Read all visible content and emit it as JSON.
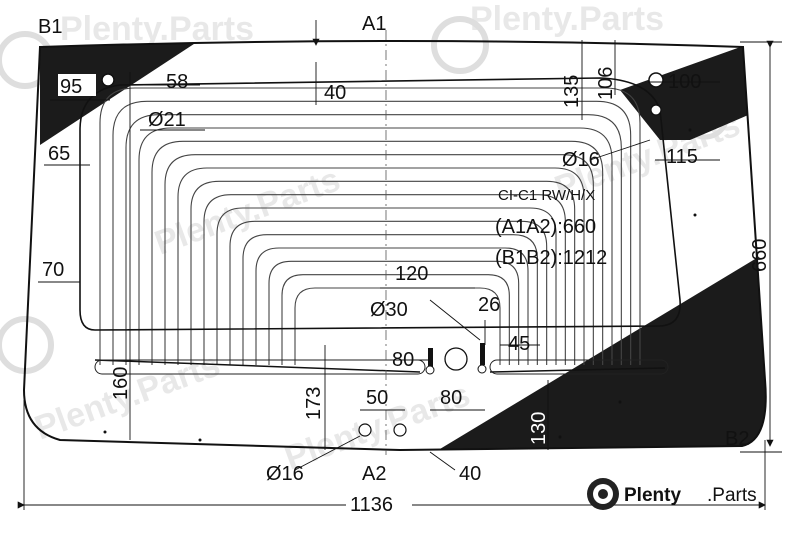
{
  "points": {
    "top_left": "B1",
    "top_center": "A1",
    "bottom_center": "A2",
    "bottom_right": "B2"
  },
  "dimensions": {
    "overall_width": "1136",
    "overall_height": "660",
    "top_left_corner": "95",
    "top_left_hole_offset": "58",
    "top_left_hole_dia": "Ø21",
    "top_center_heater_offset": "40",
    "left_edge_top": "65",
    "left_edge_mid": "70",
    "bottom_left_vertical": "160",
    "bottom_center_vertical": "173",
    "hole_pair_spacing": "50",
    "bottom_hole_dia": "Ø16",
    "bottom_center_offset": "40",
    "top_right_135": "135",
    "top_right_106": "106",
    "top_right_hole": "100",
    "right_hole_dia": "Ø16",
    "right_offset": "115",
    "connector_spacing": "120",
    "connector_hole_dia": "Ø30",
    "connector_gap": "26",
    "connector_drop": "45",
    "terminal_left": "80",
    "terminal_right": "80",
    "bottom_right_vertical": "130"
  },
  "spec": {
    "code": "CI-C1 RW/H/X",
    "a1a2": "(A1A2):660",
    "b1b2": "(B1B2):1212"
  },
  "brand": {
    "name": "Plenty",
    "suffix": ".Parts",
    "watermark": "Plenty.Parts"
  },
  "colors": {
    "glass_outline": "#111111",
    "heater_lines": "#444444",
    "black_band": "#1b1b1b",
    "watermark": "#dadada"
  },
  "icons": {
    "logo": "brake-disc-icon"
  }
}
